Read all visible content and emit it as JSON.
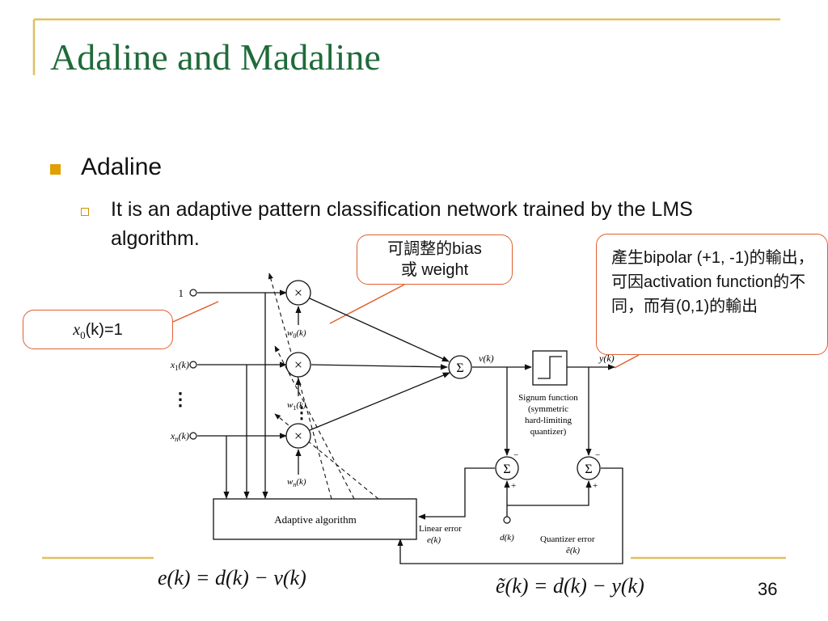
{
  "slide": {
    "title": "Adaline and Madaline",
    "bullet1": "Adaline",
    "bullet2": "It is an adaptive pattern classification network trained by the LMS algorithm.",
    "callout_bias_line1": "可調整的bias",
    "callout_bias_line2": "或 weight",
    "callout_bipolar": "產生bipolar (+1, -1)的輸出，可因activation function的不同，而有(0,1)的輸出",
    "callout_x0_var": "x",
    "callout_x0_sub": "0",
    "callout_x0_rest": "(k)=1",
    "equation1": "e(k) = d(k) − v(k)",
    "equation2_head": "ẽ",
    "equation2_tail": "(k) = d(k) − y(k)",
    "page_number": "36"
  },
  "diagram": {
    "input_1": "1",
    "input_x1": "x",
    "input_x1_sub": "1",
    "input_x1_rest": "(k)",
    "input_xn": "x",
    "input_xn_sub": "n",
    "input_xn_rest": "(k)",
    "input_dots": "⋮",
    "weight_dots": "⋮",
    "w0": "w",
    "w0_sub": "0",
    "w0_rest": "(k)",
    "w1": "w",
    "w1_sub": "1",
    "w1_rest": "(k)",
    "wn": "w",
    "wn_sub": "n",
    "wn_rest": "(k)",
    "vk": "v(k)",
    "yk": "y(k)",
    "sigma": "Σ",
    "times": "×",
    "signum_line1": "Signum function",
    "signum_line2": "(symmetric",
    "signum_line3": "hard-limiting",
    "signum_line4": "quantizer)",
    "adaptive_algorithm": "Adaptive algorithm",
    "linear_error_line1": "Linear error",
    "linear_error_line2": "e(k)",
    "dk": "d(k)",
    "quantizer_error_line1": "Quantizer error",
    "quantizer_error_line2": "ẽ(k)",
    "minus": "−",
    "plus": "+"
  },
  "colors": {
    "title_green": "#1f6b3a",
    "accent_gold": "#e0a000",
    "callout_border": "#e06030"
  }
}
